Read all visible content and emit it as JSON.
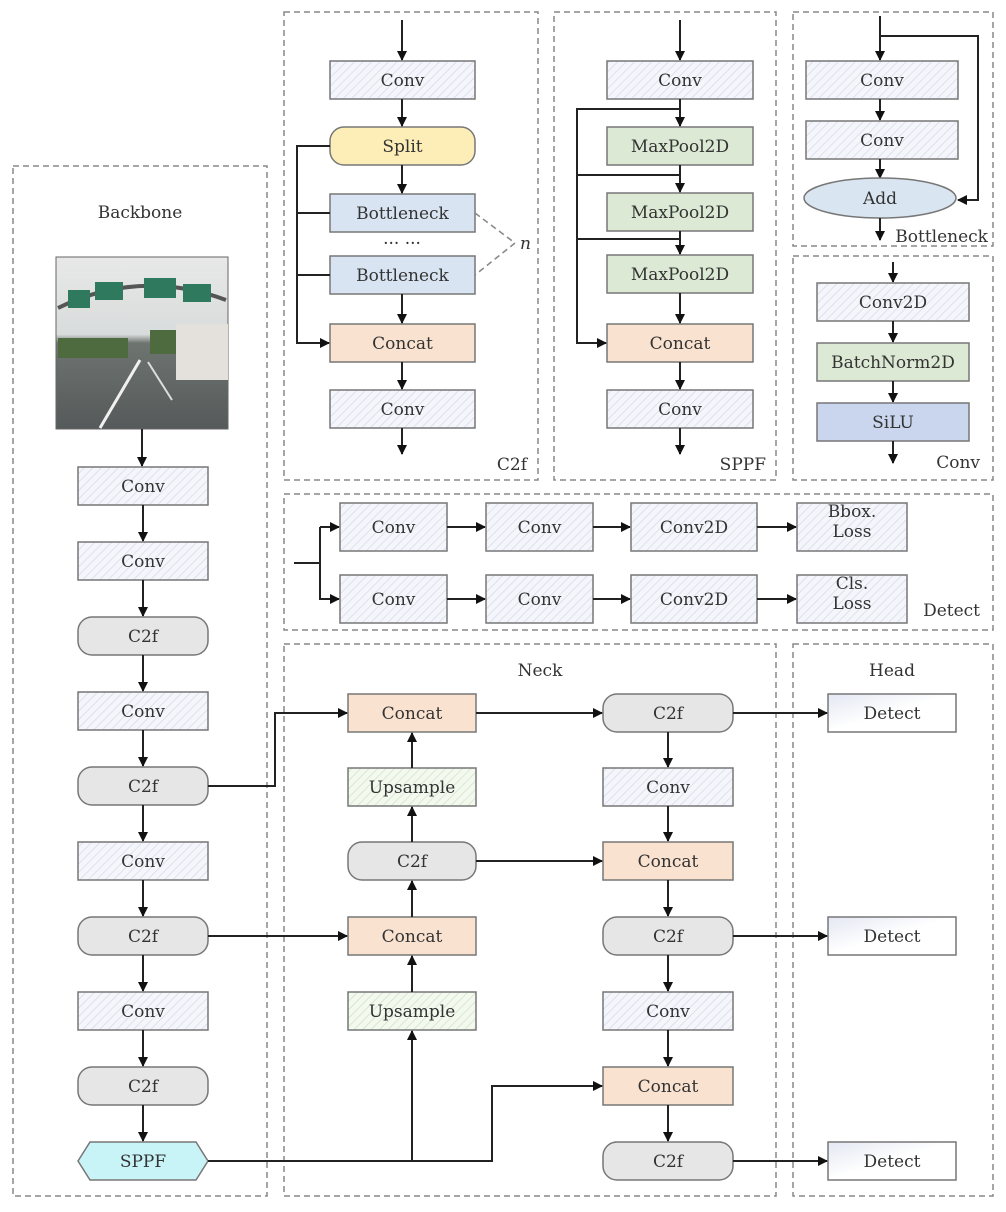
{
  "colors": {
    "conv_fill": "#f4f6fb",
    "c2f_fill": "#e6e6e6",
    "split_fill": "#fdeeb8",
    "bottleneck_fill": "#d9e4f2",
    "concat_fill": "#f9e2cf",
    "maxpool_fill": "#dce9d4",
    "batchnorm_fill": "#dce9d4",
    "silu_fill": "#c9d6ee",
    "add_fill": "#d9e6f2",
    "sppf_fill": "#c8f4f8",
    "upsample_fill": "#f2f7ee",
    "detect_fill": "#eef0f8",
    "border": "#777777"
  },
  "sections": {
    "backbone": "Backbone",
    "neck": "Neck",
    "head": "Head",
    "c2f": "C2f",
    "sppf": "SPPF",
    "bottleneck": "Bottleneck",
    "conv": "Conv",
    "detect": "Detect"
  },
  "backbone": {
    "image_alt": "highway road scene",
    "blocks": [
      "Conv",
      "Conv",
      "C2f",
      "Conv",
      "C2f",
      "Conv",
      "C2f",
      "Conv",
      "C2f",
      "SPPF"
    ]
  },
  "c2f_module": {
    "blocks": [
      "Conv",
      "Split",
      "Bottleneck",
      "Bottleneck",
      "Concat",
      "Conv"
    ],
    "ellipsis": "··· ···",
    "repeat_label": "n"
  },
  "sppf_module": {
    "blocks": [
      "Conv",
      "MaxPool2D",
      "MaxPool2D",
      "MaxPool2D",
      "Concat",
      "Conv"
    ]
  },
  "bottleneck_module": {
    "blocks": [
      "Conv",
      "Conv",
      "Add"
    ]
  },
  "conv_module": {
    "blocks": [
      "Conv2D",
      "BatchNorm2D",
      "SiLU"
    ]
  },
  "detect_module": {
    "row1": [
      "Conv",
      "Conv",
      "Conv2D",
      "Bbox.",
      "Loss"
    ],
    "row2": [
      "Conv",
      "Conv",
      "Conv2D",
      "Cls.",
      "Loss"
    ]
  },
  "neck": {
    "left": [
      "Concat",
      "Upsample",
      "C2f",
      "Concat",
      "Upsample"
    ],
    "right": [
      "C2f",
      "Conv",
      "Concat",
      "C2f",
      "Conv",
      "Concat",
      "C2f"
    ]
  },
  "head": {
    "blocks": [
      "Detect",
      "Detect",
      "Detect"
    ]
  }
}
